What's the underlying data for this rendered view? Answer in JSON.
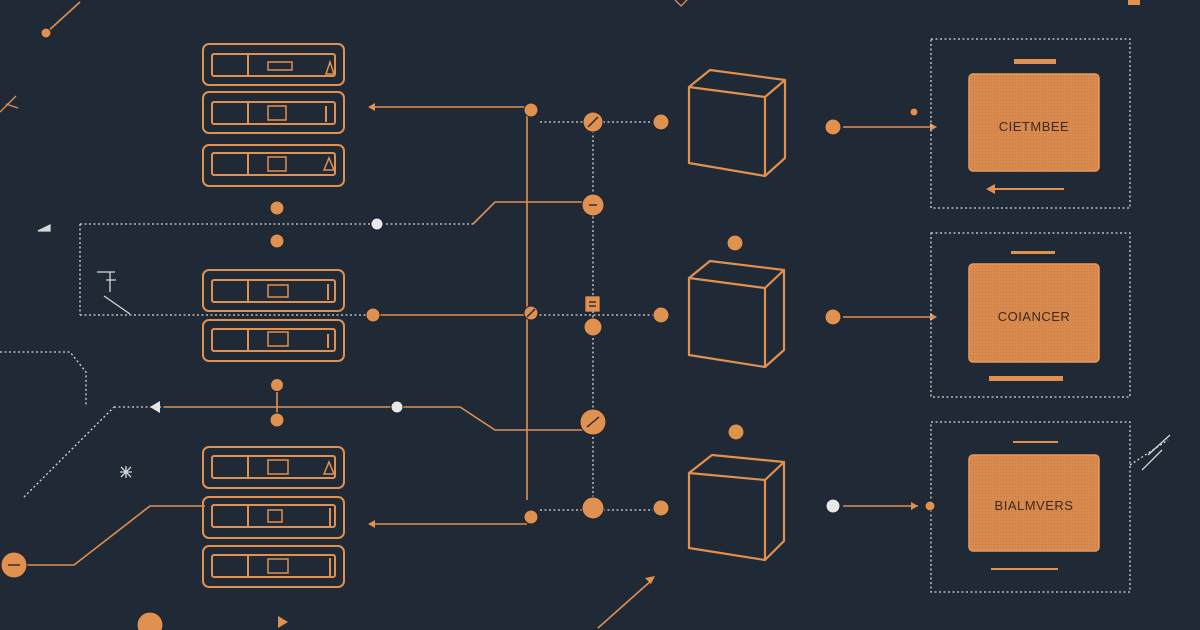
{
  "diagram": {
    "colors": {
      "background": "#202a36",
      "accent": "#e0904f",
      "accent_dim": "#b8743e",
      "panel_fill": "#d98a4e",
      "dotted": "#d7d7d7"
    },
    "panels": [
      {
        "label": "CIETMBEE"
      },
      {
        "label": "COIANCER"
      },
      {
        "label": "BIALMVERS"
      }
    ]
  }
}
